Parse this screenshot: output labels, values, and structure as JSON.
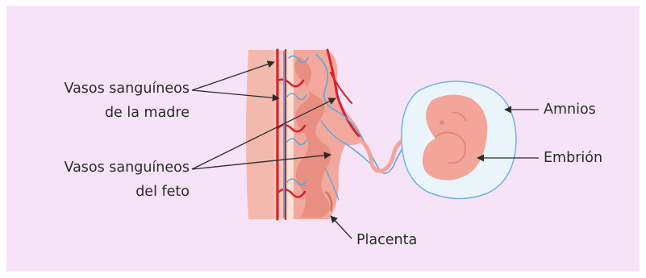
{
  "labels": {
    "maternal_vessels": [
      "Vasos sanguíneos",
      "de la madre"
    ],
    "fetal_vessels": [
      "Vasos sanguíneos",
      "del feto"
    ],
    "amnion": "Amnios",
    "embryo": "Embrión",
    "placenta": "Placenta"
  },
  "colors": {
    "background": "#f7e3f7",
    "uterus_wall": "#f4b9ad",
    "placenta": "#ee9c90",
    "maternal_vessel": "#d6232e",
    "fetal_vessel": "#5aa9de",
    "amnion_fill": "#eaf4fb",
    "amnion_outline": "#6fb3e0",
    "embryo": "#f2a598",
    "leader_line": "#2b2b2b"
  }
}
